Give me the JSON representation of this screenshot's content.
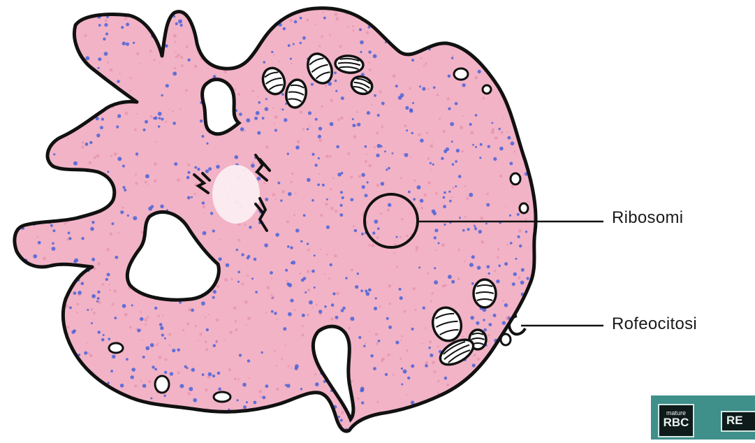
{
  "labels": {
    "ribosomi": "Ribosomi",
    "rofeocitosi": "Rofeocitosi"
  },
  "thumbnail": {
    "box1_small": "mature",
    "box1_big": "RBC",
    "box2_big": "RE"
  },
  "colors": {
    "cytoplasm": "#f2b3c6",
    "outline": "#111111",
    "ribosome_dots": "#4a63d8",
    "pink_speckles": "#e28aa5",
    "thumbnail_bg": "#3f8f8a"
  }
}
